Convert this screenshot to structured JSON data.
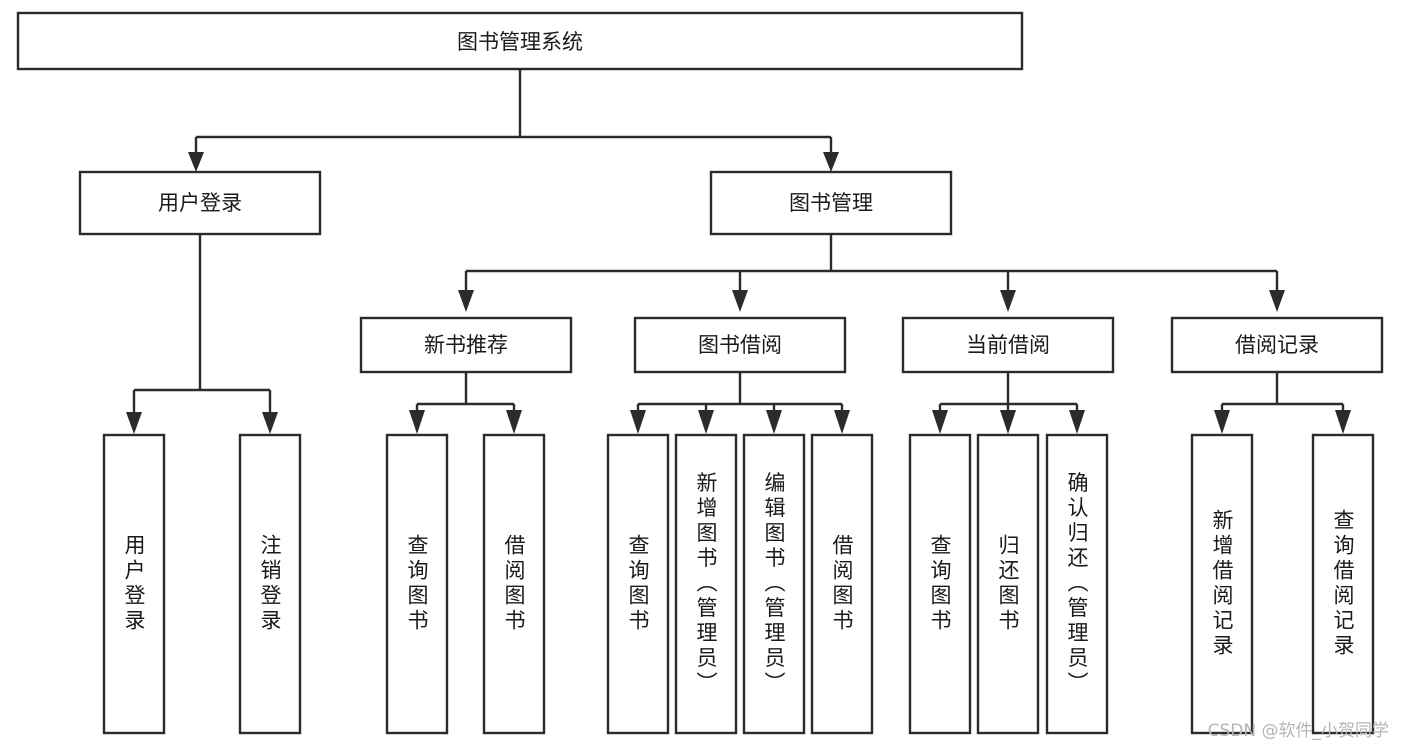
{
  "diagram": {
    "type": "tree-hierarchy-chart",
    "title": "图书管理系统",
    "orientation": "top-down",
    "colors": {
      "box_stroke": "#2b2b2b",
      "box_fill": "#ffffff",
      "connector": "#2b2b2b",
      "text": "#1a1a1a",
      "background": "#ffffff",
      "watermark": "#b4b4b4"
    },
    "root": {
      "id": "root",
      "label": "图书管理系统",
      "text_direction": "horizontal"
    },
    "level2": [
      {
        "id": "user-login",
        "label": "用户登录",
        "text_direction": "horizontal"
      },
      {
        "id": "book-management",
        "label": "图书管理",
        "text_direction": "horizontal"
      }
    ],
    "level3": [
      {
        "id": "new-book-recommend",
        "label": "新书推荐",
        "text_direction": "horizontal",
        "parent": "book-management"
      },
      {
        "id": "book-borrow",
        "label": "图书借阅",
        "text_direction": "horizontal",
        "parent": "book-management"
      },
      {
        "id": "current-borrow",
        "label": "当前借阅",
        "text_direction": "horizontal",
        "parent": "book-management"
      },
      {
        "id": "borrow-record",
        "label": "借阅记录",
        "text_direction": "horizontal",
        "parent": "book-management"
      }
    ],
    "leaves": [
      {
        "id": "leaf-user-login",
        "label": "用户登录",
        "text_direction": "vertical",
        "parent": "user-login"
      },
      {
        "id": "leaf-logout-login",
        "label": "注销登录",
        "text_direction": "vertical",
        "parent": "user-login"
      },
      {
        "id": "leaf-query-book-1",
        "label": "查询图书",
        "text_direction": "vertical",
        "parent": "new-book-recommend"
      },
      {
        "id": "leaf-borrow-book-1",
        "label": "借阅图书",
        "text_direction": "vertical",
        "parent": "new-book-recommend"
      },
      {
        "id": "leaf-query-book-2",
        "label": "查询图书",
        "text_direction": "vertical",
        "parent": "book-borrow"
      },
      {
        "id": "leaf-add-book",
        "label": "新增图书（管理员）",
        "text_direction": "vertical",
        "parent": "book-borrow"
      },
      {
        "id": "leaf-edit-book",
        "label": "编辑图书（管理员）",
        "text_direction": "vertical",
        "parent": "book-borrow"
      },
      {
        "id": "leaf-borrow-book-2",
        "label": "借阅图书",
        "text_direction": "vertical",
        "parent": "book-borrow"
      },
      {
        "id": "leaf-query-book-3",
        "label": "查询图书",
        "text_direction": "vertical",
        "parent": "current-borrow"
      },
      {
        "id": "leaf-return-book",
        "label": "归还图书",
        "text_direction": "vertical",
        "parent": "current-borrow"
      },
      {
        "id": "leaf-confirm-return",
        "label": "确认归还（管理员）",
        "text_direction": "vertical",
        "parent": "current-borrow"
      },
      {
        "id": "leaf-add-record",
        "label": "新增借阅记录",
        "text_direction": "vertical",
        "parent": "borrow-record"
      },
      {
        "id": "leaf-query-record",
        "label": "查询借阅记录",
        "text_direction": "vertical",
        "parent": "borrow-record"
      }
    ]
  },
  "watermark": {
    "text": "CSDN @软件_小贺同学"
  }
}
